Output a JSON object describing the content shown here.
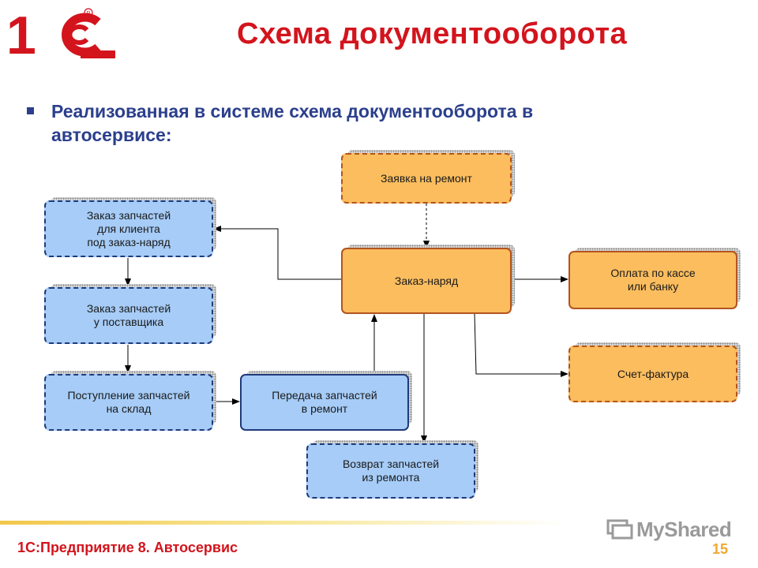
{
  "slide": {
    "title": "Схема документооборота",
    "subtitle": "Реализованная в системе схема документооборота в автосервисе:",
    "footer": "1С:Предприятие 8. Автосервис",
    "page_number": "15",
    "watermark": "MyShared",
    "logo_text": "1C"
  },
  "nodes": {
    "request": "Заявка на ремонт",
    "work_order": "Заказ-наряд",
    "payment": "Оплата по кассе\nили банку",
    "invoice": "Счет-фактура",
    "parts_order_client": "Заказ запчастей\nдля клиента\nпод заказ-наряд",
    "parts_order_supplier": "Заказ запчастей\nу поставщика",
    "parts_receipt": "Поступление запчастей\nна склад",
    "parts_transfer": "Передача запчастей\nв ремонт",
    "parts_return": "Возврат запчастей\nиз ремонта"
  },
  "colors": {
    "orange_fill": "#fbbd5e",
    "blue_fill": "#a6ccf7",
    "title_red": "#d3141d",
    "text_blue": "#2b3f8c"
  }
}
